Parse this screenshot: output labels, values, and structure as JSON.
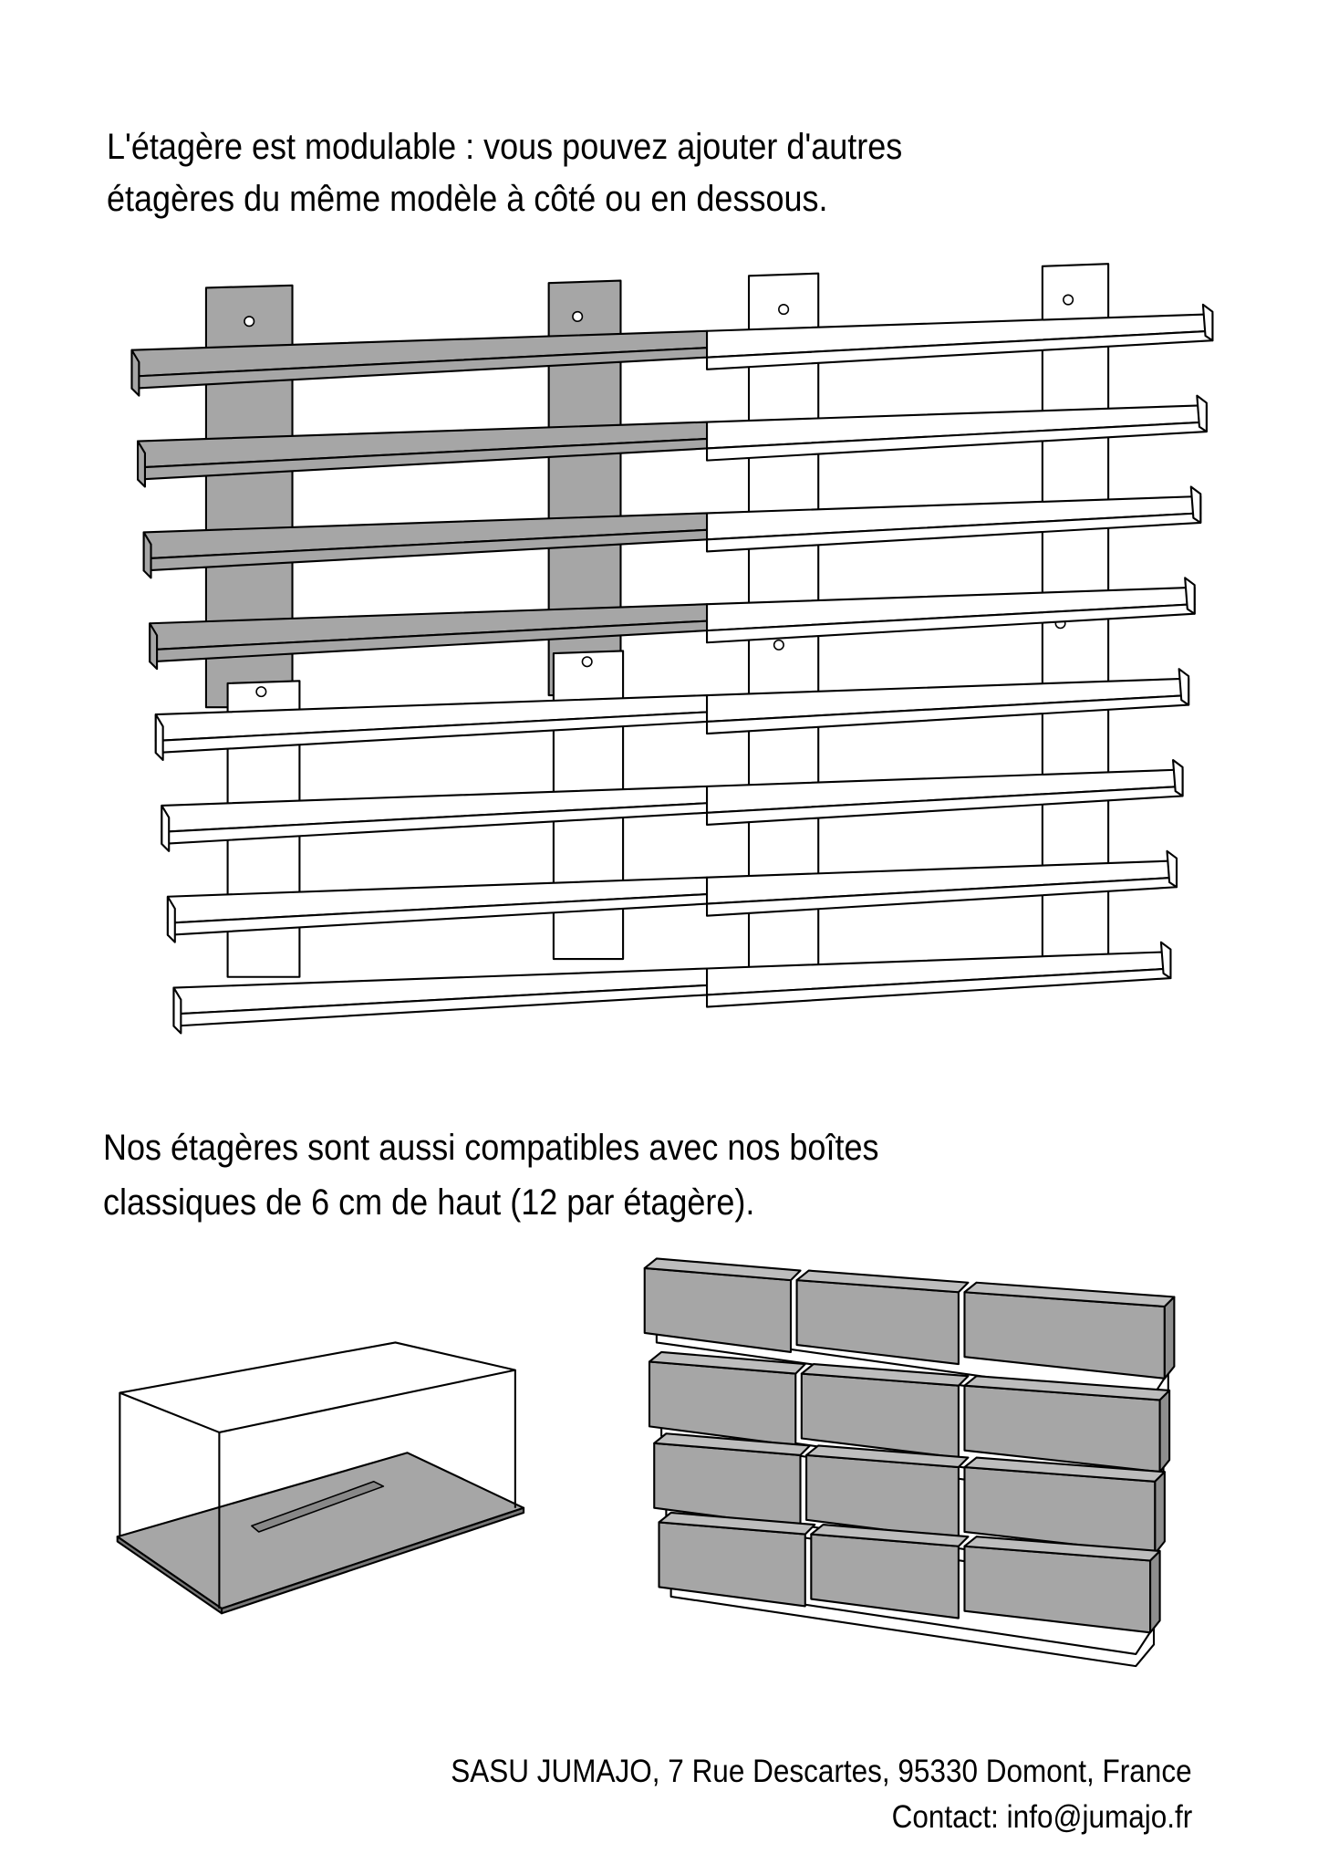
{
  "intro": {
    "line1": "L'étagère est modulable : vous pouvez ajouter d'autres",
    "line2": "étagères du même modèle à côté ou en dessous."
  },
  "compat": {
    "line1": "Nos étagères sont aussi compatibles avec nos boîtes",
    "line2": "classiques de 6 cm de haut (12 par étagère)."
  },
  "footer": {
    "address": "SASU JUMAJO, 7 Rue Descartes, 95330 Domont, France",
    "contact": "Contact: info@jumajo.fr"
  },
  "colors": {
    "highlight": "#a6a6a6",
    "line": "#000000"
  }
}
